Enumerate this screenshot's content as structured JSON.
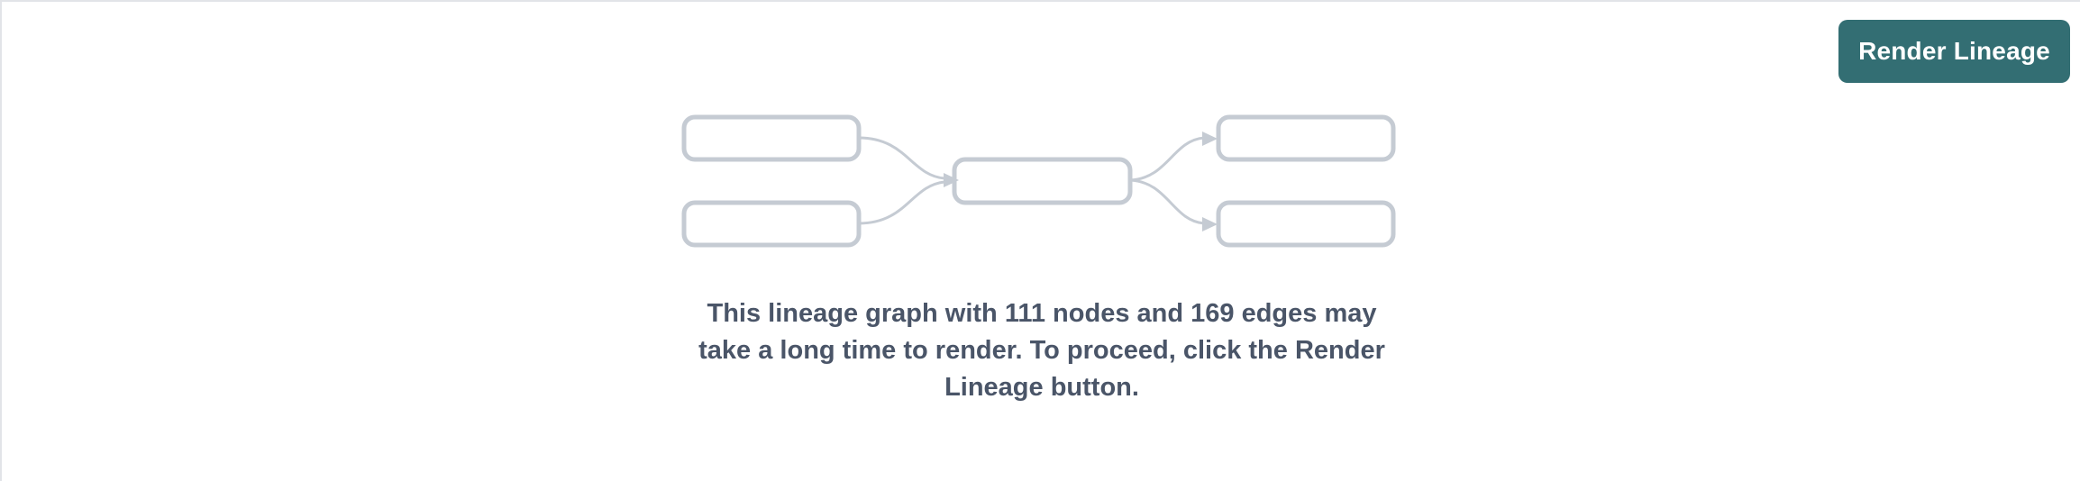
{
  "panel": {
    "name": "lineage-panel"
  },
  "toolbar": {
    "render_lineage_label": "Render Lineage"
  },
  "placeholder": {
    "message": "This lineage graph with 111 nodes and 169 edges may take a long time to render. To proceed, click the Render Lineage button.",
    "node_count": 111,
    "edge_count": 169,
    "illustration": {
      "icon_name": "lineage-graph-icon",
      "node_labels": [
        "",
        "",
        "",
        "",
        ""
      ],
      "node_count": 5,
      "edge_count": 4
    }
  },
  "colors": {
    "accent": "#336e73",
    "accent_text": "#ffffff",
    "message_text": "#4a5568",
    "node_stroke": "#c5cbd3",
    "panel_border": "#e2e4e8",
    "background": "#ffffff"
  }
}
